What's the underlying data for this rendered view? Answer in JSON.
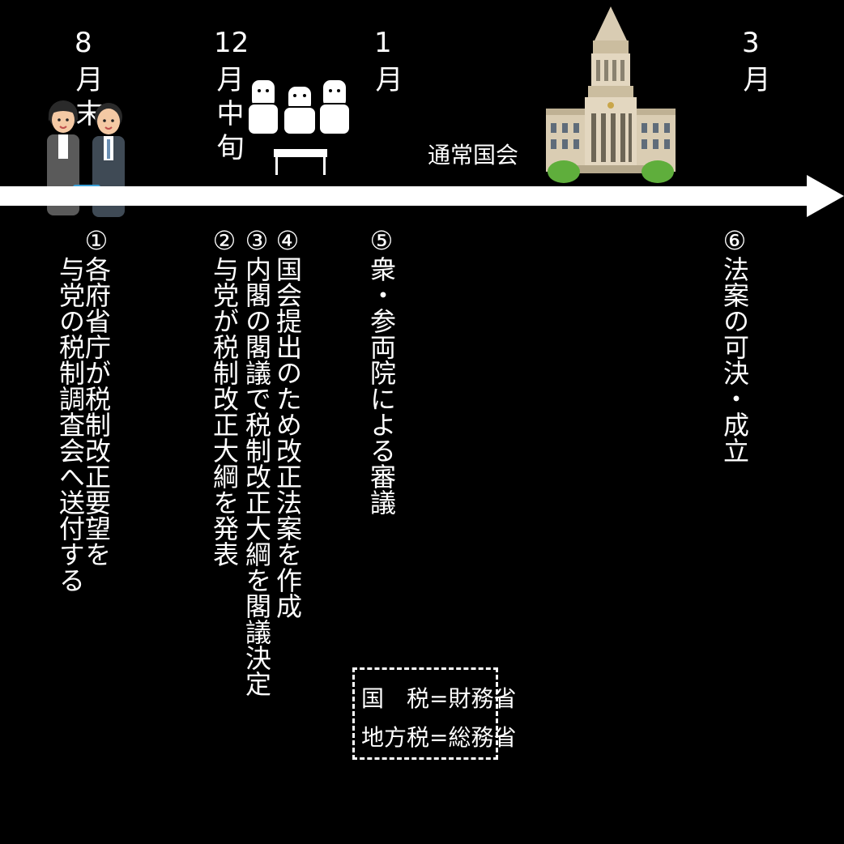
{
  "months": {
    "aug_num": "8",
    "aug_rest": "月末",
    "dec_num": "12",
    "dec_rest": "月中旬",
    "jan_num": "1",
    "jan_rest": "月",
    "mar_num": "3",
    "mar_rest": "月"
  },
  "session_label": "通常国会",
  "steps": [
    {
      "col1": "①各府省庁が税制改正要望を",
      "col2": "与党の税制調査会へ送付する"
    },
    {
      "col1": "②与党が税制改正大綱を発表"
    },
    {
      "col1": "③内閣の閣議で税制改正大綱を閣議決定"
    },
    {
      "col1": "④国会提出のため改正法案を作成"
    },
    {
      "col1": "⑤衆・参両院による審議"
    },
    {
      "col1": "⑥法案の可決・成立"
    }
  ],
  "legend": {
    "line1": "国　税=財務省",
    "line2": "地方税=総務省"
  },
  "colors": {
    "background": "#000000",
    "foreground": "#ffffff"
  },
  "icons": [
    "handover-people-icon",
    "cabinet-meeting-icon",
    "diet-building-icon",
    "timeline-arrow-icon"
  ]
}
